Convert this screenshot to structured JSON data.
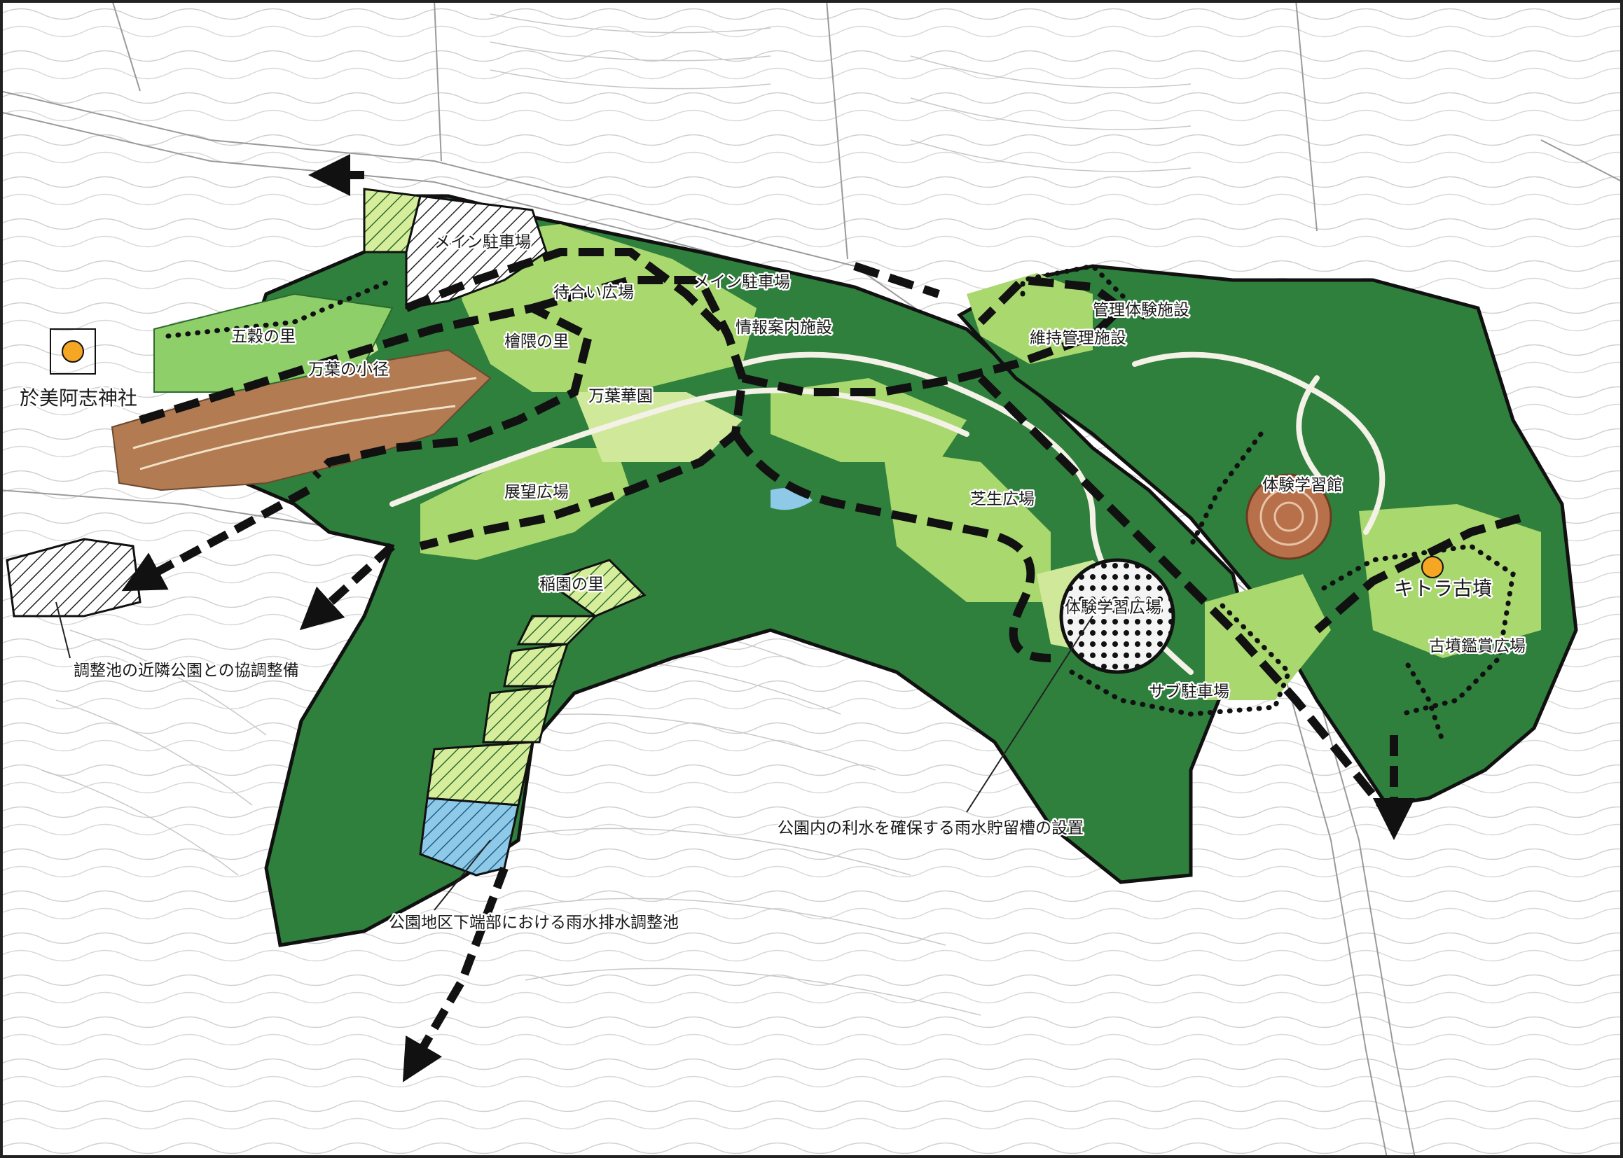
{
  "labels": {
    "main_parking_nw": "メイン駐車場",
    "main_parking_road": "メイン駐車場",
    "machiai_square": "待合い広場",
    "info_center": "情報案内施設",
    "gokoku": "五穀の里",
    "manyo_path": "万葉の小径",
    "kinkaku": "檜隈の里",
    "manyo_garden": "万葉華園",
    "tenbo_square": "展望広場",
    "shiba_square": "芝生広場",
    "inaho": "稲園の里",
    "taiken_square": "体験学習広場",
    "sub_parking": "サブ駐車場",
    "taiken_hall": "体験学習館",
    "kanri": "管理体験施設",
    "iji": "維持管理施設",
    "kitora": "キトラ古墳",
    "kofun_view": "古墳鑑賞広場",
    "shrine": "於美阿志神社"
  },
  "callouts": {
    "adjust_pond_park": "調整池の近隣公園との協調整備",
    "rainwater_tank": "公園内の利水を確保する雨水貯留槽の設置",
    "drainage_pond": "公園地区下端部における雨水排水調整池"
  },
  "colors": {
    "forest": "#2f7f3d",
    "meadow": "#a9d86f",
    "light_grass": "#cfe89a",
    "field_brown": "#b37b52",
    "pond_blue": "#8ec9e8",
    "hall_brown": "#b7704a",
    "landmark_orange": "#f5a623",
    "boundary_black": "#111111"
  },
  "icons": {
    "landmark": "orange-circle-marker",
    "route_arrow": "dashed-arrow-head"
  }
}
